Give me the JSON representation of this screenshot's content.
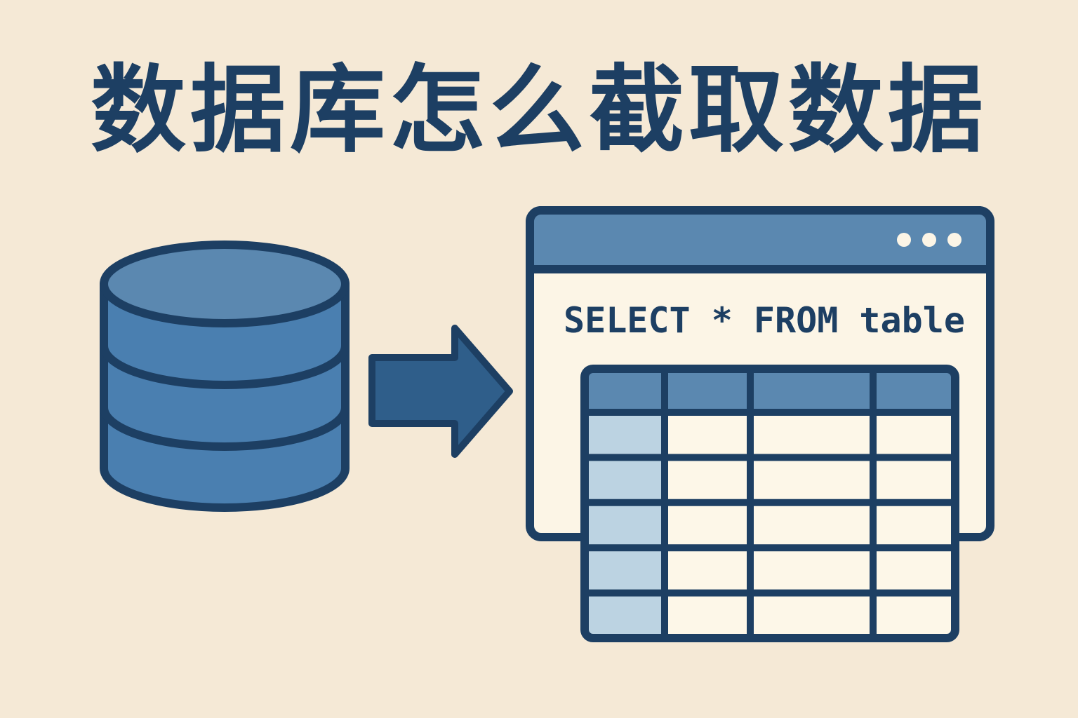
{
  "title": "数据库怎么截取数据",
  "window": {
    "query": "SELECT * FROM table",
    "control_dots": 3
  },
  "result_table": {
    "columns": 4,
    "rows": 5
  },
  "colors": {
    "background": "#f5e9d6",
    "outline": "#1d3f63",
    "database_body": "#4a7fb0",
    "database_top": "#5b88b0",
    "arrow": "#2f5e8a",
    "window_titlebar": "#5b88b0",
    "window_body": "#fcf5e6",
    "table_header": "#5b88b0",
    "table_first_column": "#bcd3e2",
    "table_cell": "#fdf7e8"
  },
  "icons": {
    "database": "database-icon",
    "arrow": "arrow-right-icon",
    "window": "query-window-icon",
    "table": "result-table-icon"
  }
}
